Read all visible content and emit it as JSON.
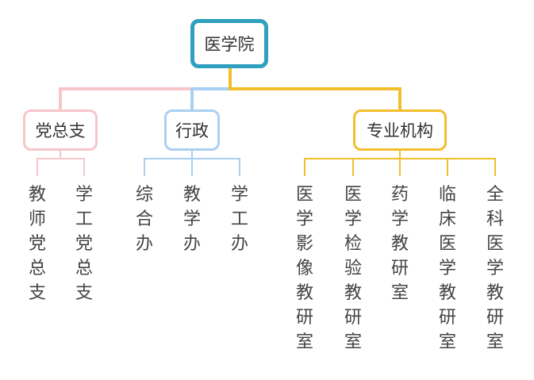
{
  "root": {
    "label": "医学院"
  },
  "groups": [
    {
      "label": "党总支",
      "color": "#f7c6c9",
      "leaves": [
        "教师党总支",
        "学工党总支"
      ]
    },
    {
      "label": "行政",
      "color": "#a9d0f2",
      "leaves": [
        "综合办",
        "教学办",
        "学工办"
      ]
    },
    {
      "label": "专业机构",
      "color": "#f2be2c",
      "leaves": [
        "医学影像教研室",
        "医学检验教研室",
        "药学教研室",
        "临床医学教研室",
        "全科医学教研室"
      ]
    }
  ],
  "colors": {
    "root_border": "#2fa0bf",
    "party": "#f7c6c9",
    "admin": "#a9d0f2",
    "professional": "#f2be2c"
  }
}
